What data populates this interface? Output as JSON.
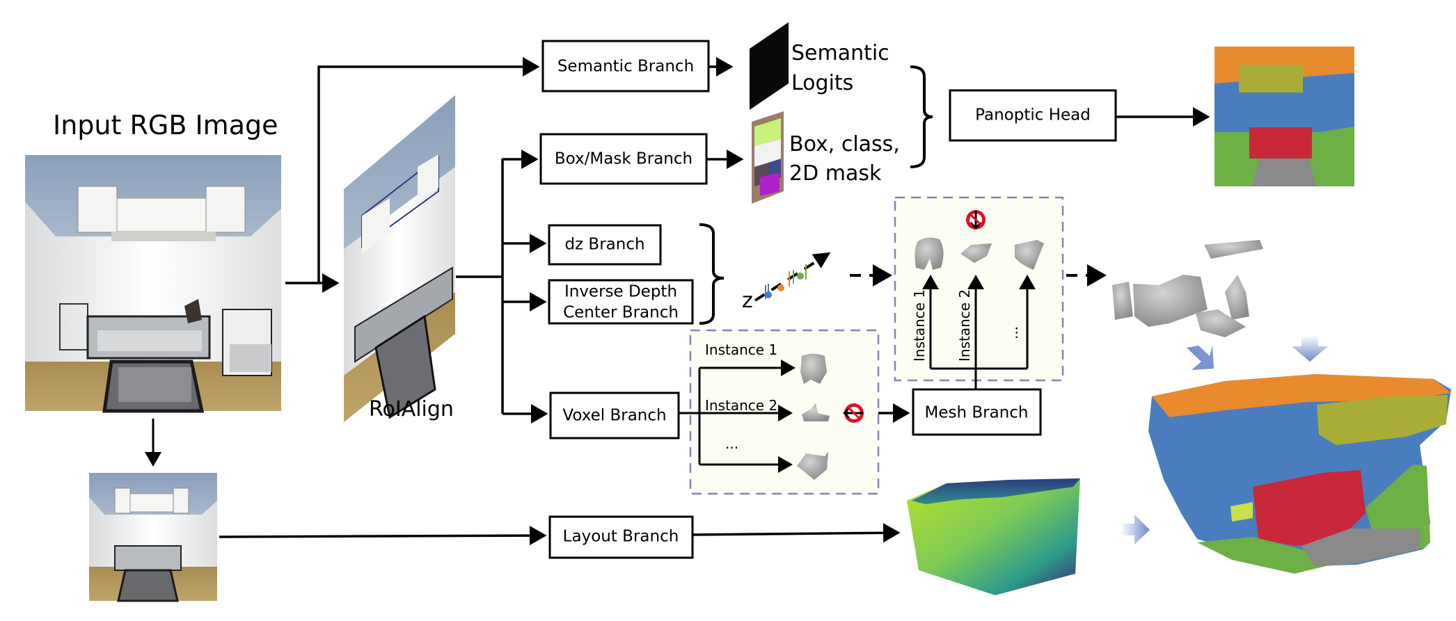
{
  "title": "Input RGB Image",
  "roi_label": "RoIAlign",
  "branches": {
    "semantic": "Semantic Branch",
    "box_mask": "Box/Mask Branch",
    "dz": "dz Branch",
    "inverse_depth_line1": "Inverse Depth",
    "inverse_depth_line2": "Center Branch",
    "voxel": "Voxel Branch",
    "mesh": "Mesh Branch",
    "layout": "Layout Branch",
    "panoptic_head": "Panoptic Head"
  },
  "outputs": {
    "semantic_logits_line1": "Semantic",
    "semantic_logits_line2": "Logits",
    "box_class_line1": "Box, class,",
    "box_class_line2": "2D mask"
  },
  "voxel_panel": {
    "instance1": "Instance 1",
    "instance2": "Instance 2",
    "ellipsis": "..."
  },
  "mesh_panel": {
    "instance1": "Instance 1",
    "instance2": "Instance 2",
    "ellipsis": "..."
  },
  "depth_axis_label": "z",
  "icons": {
    "stop_gradient": "no-gradient-icon",
    "blue_arrow": "fusion-arrow-icon"
  },
  "colors": {
    "panoptic_orange": "#e98a2e",
    "panoptic_blue": "#4a7dbd",
    "panoptic_olive": "#a8ad36",
    "panoptic_red": "#c8283a",
    "panoptic_green": "#6db045",
    "panoptic_gray": "#8a8a8a",
    "dashed_border": "#7f86b8",
    "stop_red": "#e01020",
    "arrow_blue": "#7b93d0"
  }
}
